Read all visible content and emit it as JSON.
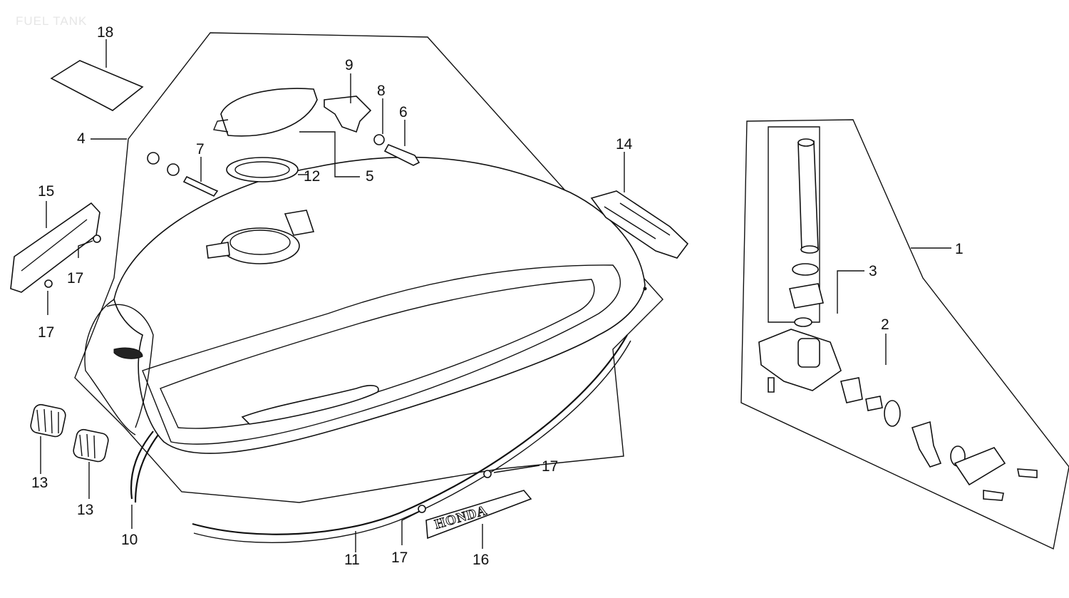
{
  "title": "FUEL TANK",
  "callouts": [
    "1",
    "2",
    "3",
    "4",
    "5",
    "6",
    "7",
    "8",
    "9",
    "10",
    "11",
    "12",
    "13",
    "13",
    "14",
    "15",
    "16",
    "17",
    "17",
    "17",
    "17",
    "18"
  ],
  "emblem_text": "HONDA"
}
